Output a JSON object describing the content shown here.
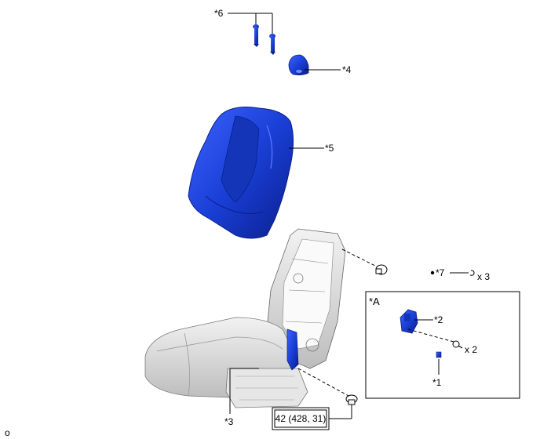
{
  "callouts": {
    "c1": "*1",
    "c2": "*2",
    "c3": "*3",
    "c4": "*4",
    "c5": "*5",
    "c6": "*6",
    "c7": "*7"
  },
  "quantities": {
    "x2": "x 2",
    "x3": "x 3"
  },
  "inset_label": "*A",
  "torque_spec": "42 (428, 31)",
  "corner_mark": "o",
  "colors": {
    "part_blue": "#1a3fd6",
    "part_blue_dark": "#0a1f8c",
    "frame_gray": "#d9d9d9",
    "line": "#000000"
  }
}
